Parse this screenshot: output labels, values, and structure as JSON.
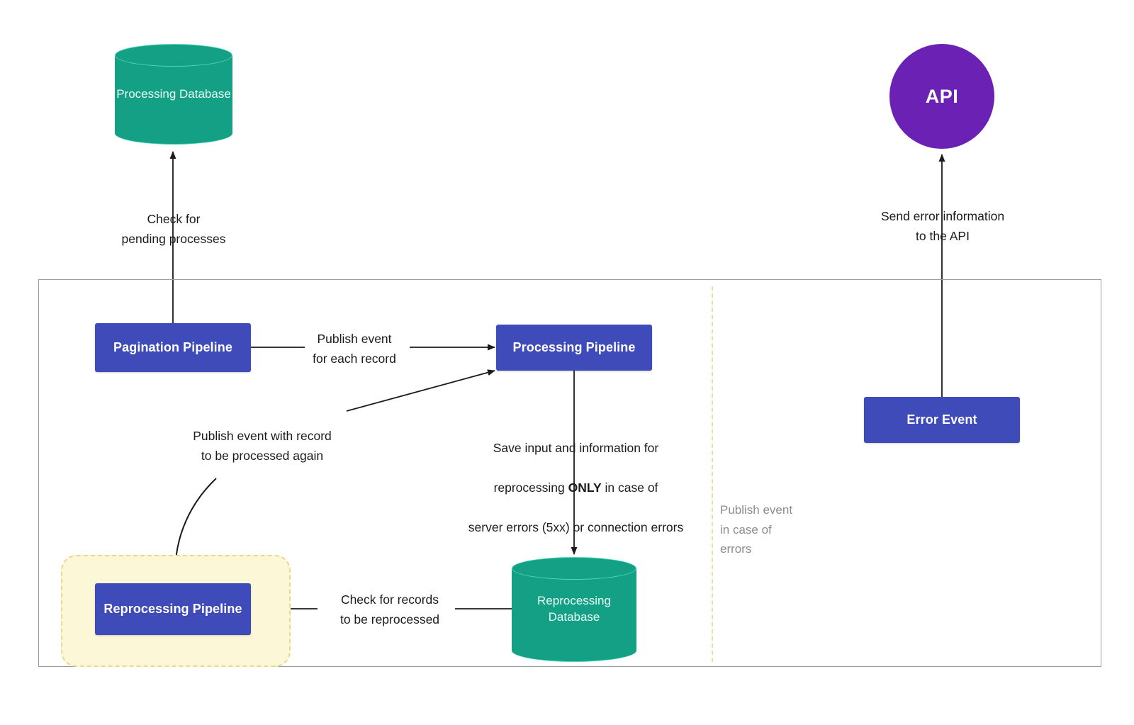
{
  "diagram": {
    "title": "Data processing and reprocessing pipeline architecture",
    "colors": {
      "process_box": "#3f4bb8",
      "database": "#14a085",
      "database_edge": "#4fd8bb",
      "api": "#6b21b4",
      "highlight_fill": "#fcf8d7",
      "highlight_border": "#e8d98a",
      "divider": "#ecdfa2",
      "container_border": "#9a9a9a",
      "arrow": "#1b1b1b",
      "muted_text": "#8c8c8c"
    }
  },
  "nodes": {
    "processing_database": {
      "label": "Processing\nDatabase",
      "shape": "cylinder"
    },
    "reprocessing_database": {
      "label": "Reprocessing\nDatabase",
      "shape": "cylinder"
    },
    "api": {
      "label": "API",
      "shape": "circle"
    },
    "pagination_pipeline": {
      "label": "Pagination Pipeline",
      "shape": "rect"
    },
    "processing_pipeline": {
      "label": "Processing Pipeline",
      "shape": "rect"
    },
    "reprocessing_pipeline": {
      "label": "Reprocessing\nPipeline",
      "shape": "rect"
    },
    "error_event": {
      "label": "Error Event",
      "shape": "rect"
    }
  },
  "edges": {
    "check_pending": {
      "label": "Check for\npending processes"
    },
    "send_error": {
      "label": "Send error information\nto the API"
    },
    "publish_each_record": {
      "label": "Publish event\nfor each record"
    },
    "save_input": {
      "line1": "Save input and information for",
      "line2_pre": "reprocessing ",
      "line2_bold": "ONLY",
      "line2_post": " in case of",
      "line3": "server errors (5xx) or connection errors"
    },
    "publish_again": {
      "label": "Publish event with record\nto be processed again"
    },
    "check_records": {
      "label": "Check for records\nto be reprocessed"
    },
    "publish_errors": {
      "label": "Publish event\nin case of\nerrors"
    }
  }
}
